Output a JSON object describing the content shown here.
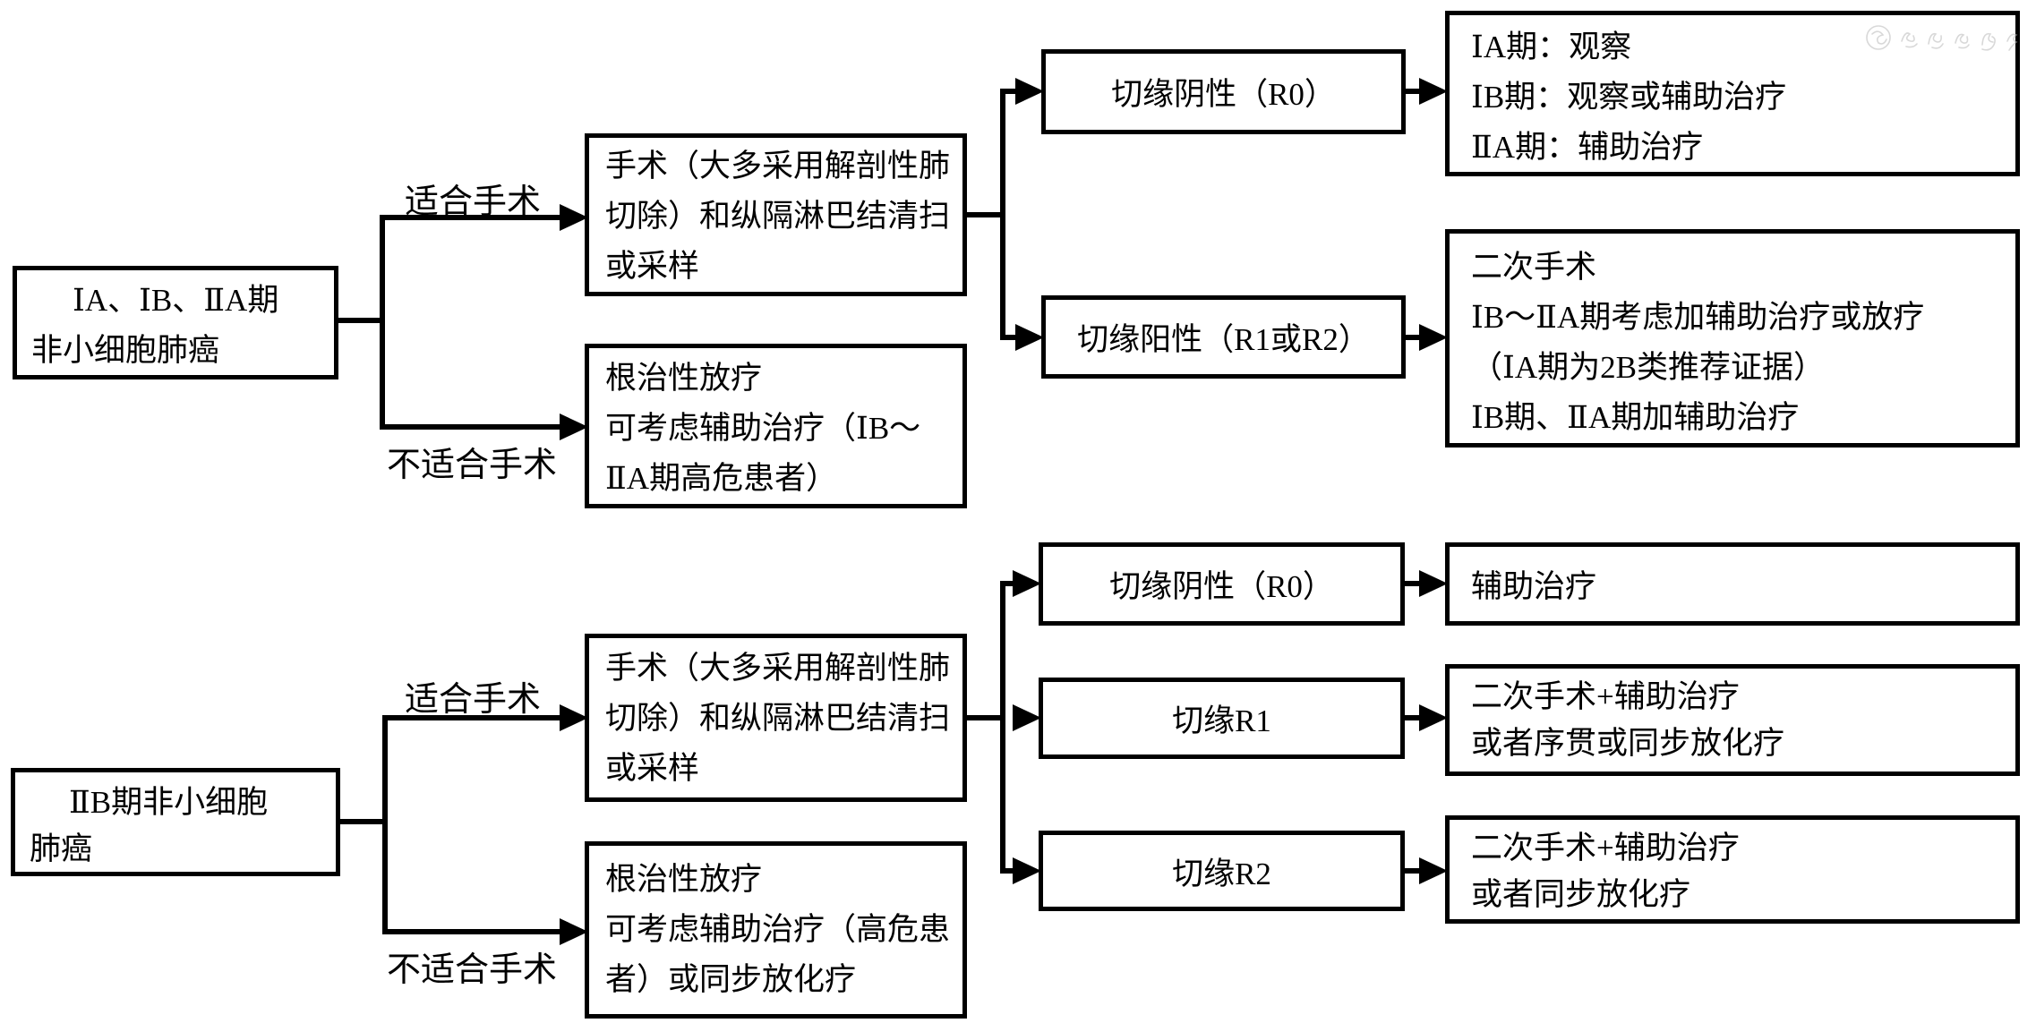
{
  "diagram": {
    "title_hint": "NSCLC treatment flowchart",
    "colors": {
      "line": "#000000",
      "box_border": "#000000",
      "background": "#ffffff",
      "watermark": "#b9b9b9"
    },
    "top_flow": {
      "stage_box": {
        "lines": [
          "ⅠA、ⅠB、ⅡA期",
          "非小细胞肺癌"
        ]
      },
      "fit_surgery_label": "适合手术",
      "unfit_surgery_label": "不适合手术",
      "surgery_box": {
        "lines": [
          "手术（大多采用解剖性肺",
          "切除）和纵隔淋巴结清扫",
          "或采样"
        ]
      },
      "radiotherapy_box": {
        "lines": [
          "根治性放疗",
          "可考虑辅助治疗（ⅠB～",
          "ⅡA期高危患者）"
        ]
      },
      "margin_negative_box": "切缘阴性（R0）",
      "margin_positive_box": "切缘阳性（R1或R2）",
      "r0_outcome_box": {
        "lines": [
          "ⅠA期：观察",
          "ⅠB期：观察或辅助治疗",
          "ⅡA期：辅助治疗"
        ]
      },
      "r1r2_outcome_box": {
        "lines": [
          "二次手术",
          "ⅠB～ⅡA期考虑加辅助治疗或放疗",
          "（ⅠA期为2B类推荐证据）",
          "ⅠB期、ⅡA期加辅助治疗"
        ]
      }
    },
    "bottom_flow": {
      "stage_box": {
        "lines": [
          "ⅡB期非小细胞",
          "肺癌"
        ]
      },
      "fit_surgery_label": "适合手术",
      "unfit_surgery_label": "不适合手术",
      "surgery_box": {
        "lines": [
          "手术（大多采用解剖性肺",
          "切除）和纵隔淋巴结清扫",
          "或采样"
        ]
      },
      "radiotherapy_box": {
        "lines": [
          "根治性放疗",
          "可考虑辅助治疗（高危患",
          "者）或同步放化疗"
        ]
      },
      "margin_negative_box": "切缘阴性（R0）",
      "margin_r1_box": "切缘R1",
      "margin_r2_box": "切缘R2",
      "r0_outcome_box": {
        "lines": [
          "辅助治疗"
        ]
      },
      "r1_outcome_box": {
        "lines": [
          "二次手术+辅助治疗",
          "或者序贯或同步放化疗"
        ]
      },
      "r2_outcome_box": {
        "lines": [
          "二次手术+辅助治疗",
          "或者同步放化疗"
        ]
      }
    }
  }
}
